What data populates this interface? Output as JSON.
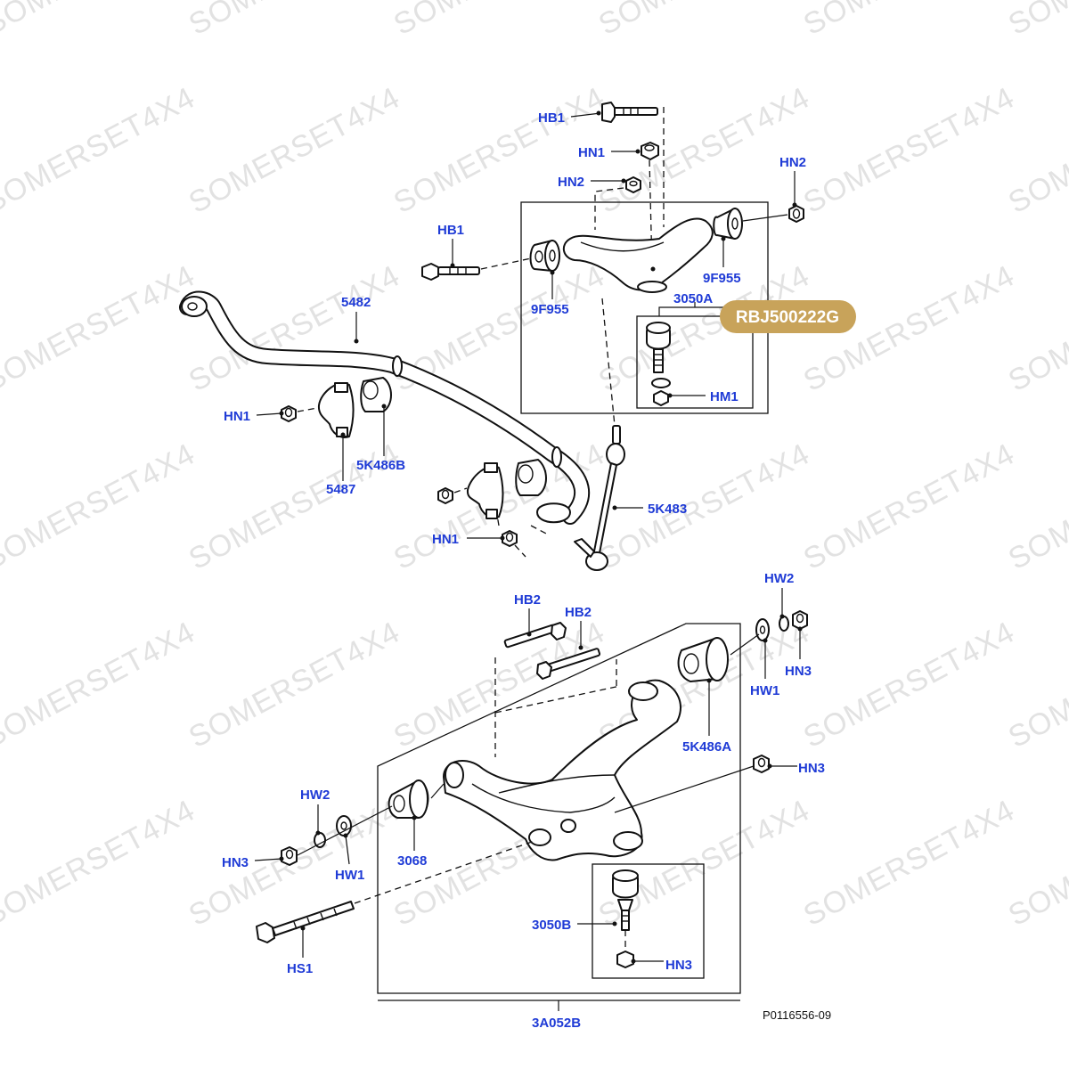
{
  "watermark": "SOMERSET4X4",
  "badge": {
    "text": "RBJ500222G",
    "color": "#c8a35a"
  },
  "reference": "P0116556-09",
  "labels": {
    "hb1_top": "HB1",
    "hn1_top": "HN1",
    "hn2_top": "HN2",
    "hn2_right": "HN2",
    "hb1_left": "HB1",
    "f9955_left": "9F955",
    "f9955_right": "9F955",
    "a3050": "3050A",
    "hm1": "HM1",
    "bar5482": "5482",
    "hn1_left": "HN1",
    "k5486b": "5K486B",
    "n5487": "5487",
    "hn1_bottom": "HN1",
    "k5483": "5K483",
    "hb2_a": "HB2",
    "hb2_b": "HB2",
    "hw2_right": "HW2",
    "hn3_right_top": "HN3",
    "hw1_right": "HW1",
    "k5486a": "5K486A",
    "hn3_right_mid": "HN3",
    "hw2_left": "HW2",
    "hn3_left": "HN3",
    "hw1_left": "HW1",
    "n3068": "3068",
    "b3050": "3050B",
    "hn3_bottom": "HN3",
    "hs1": "HS1",
    "a3a052b": "3A052B"
  },
  "colors": {
    "label": "#1f3bd6",
    "line": "#111111",
    "watermark": "#e2e2e2"
  }
}
